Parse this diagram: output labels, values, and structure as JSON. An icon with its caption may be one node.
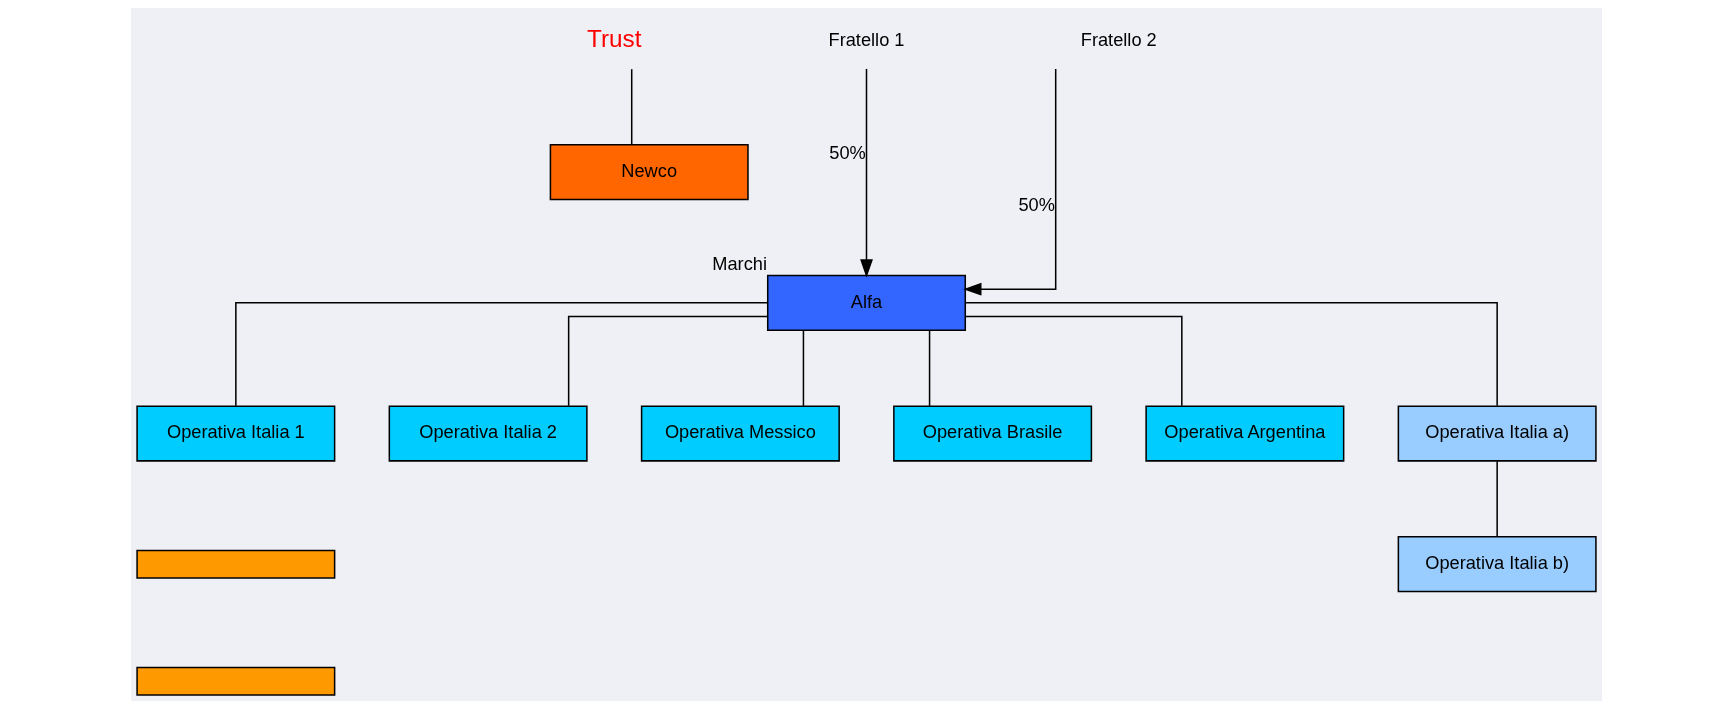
{
  "diagram": {
    "nodes": [
      {
        "text": [
          "Trust"
        ]
      },
      {
        "text": [
          "Newco"
        ]
      },
      {
        "text": [
          "Fratello 1"
        ]
      },
      {
        "text": [
          "Fratello 2"
        ]
      },
      {
        "text": [
          "Alfa"
        ],
        "beside": [
          "Marchi"
        ]
      },
      {
        "text": [
          "Operativa Italia 1"
        ]
      },
      {
        "text": [
          "Operativa Italia 2"
        ]
      },
      {
        "text": [
          "Operativa Messico"
        ]
      },
      {
        "text": [
          "Operativa Brasile"
        ]
      },
      {
        "text": [
          "Operativa Argentina"
        ]
      },
      {
        "text": [
          "Operativa Italia a)"
        ]
      },
      {
        "text": [
          "Operativa Italia b)"
        ]
      },
      {
        "text": [],
        "shape": "bar"
      },
      {
        "text": [],
        "shape": "bar"
      }
    ],
    "edges": [
      {
        "from": 0,
        "to": 1,
        "arrow": "none"
      },
      {
        "from": 2,
        "to": 4,
        "arrow": "to",
        "label": "50%"
      },
      {
        "from": 3,
        "to": 4,
        "arrow": "to",
        "label": "50%"
      },
      {
        "from": 4,
        "to": 5,
        "arrow": "none"
      },
      {
        "from": 4,
        "to": 6,
        "arrow": "none"
      },
      {
        "from": 4,
        "to": 7,
        "arrow": "none"
      },
      {
        "from": 4,
        "to": 8,
        "arrow": "none"
      },
      {
        "from": 4,
        "to": 9,
        "arrow": "none"
      },
      {
        "from": 4,
        "to": 10,
        "arrow": "none"
      },
      {
        "from": 10,
        "to": 11,
        "arrow": "none"
      }
    ]
  }
}
